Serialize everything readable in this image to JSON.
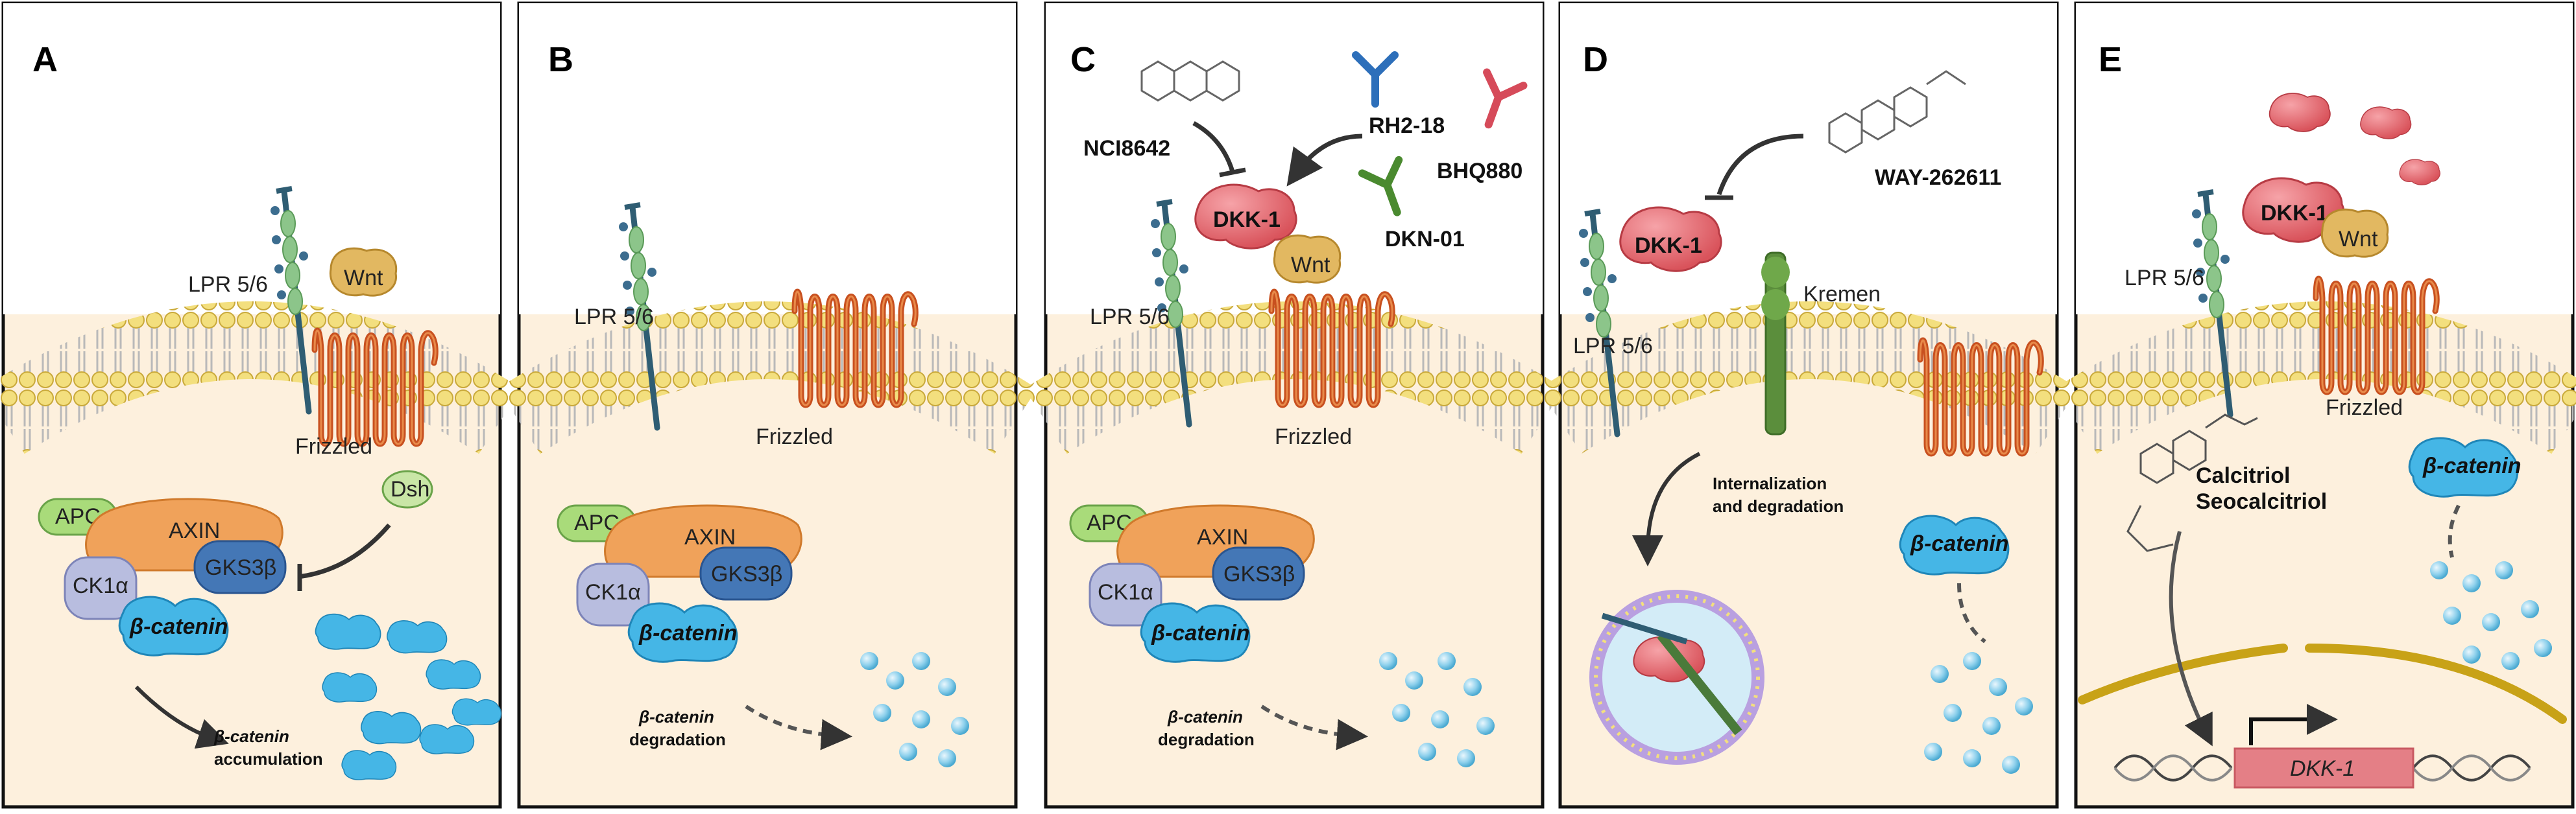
{
  "panels": [
    {
      "letter": "A",
      "lpr": "LPR 5/6",
      "frizzled": "Frizzled",
      "wnt": "Wnt",
      "dsh": "Dsh",
      "apc": "APC",
      "axin": "AXIN",
      "ck1": "CK1α",
      "gsk": "GKS3β",
      "bcat": "β-catenin",
      "note_line1": "β-catenin",
      "note_line2": "accumulation"
    },
    {
      "letter": "B",
      "lpr": "LPR 5/6",
      "frizzled": "Frizzled",
      "apc": "APC",
      "axin": "AXIN",
      "ck1": "CK1α",
      "gsk": "GKS3β",
      "bcat": "β-catenin",
      "note_line1": "β-catenin",
      "note_line2": "degradation"
    },
    {
      "letter": "C",
      "lpr": "LPR 5/6",
      "frizzled": "Frizzled",
      "wnt": "Wnt",
      "dkk": "DKK-1",
      "apc": "APC",
      "axin": "AXIN",
      "ck1": "CK1α",
      "gsk": "GKS3β",
      "bcat": "β-catenin",
      "note_line1": "β-catenin",
      "note_line2": "degradation",
      "drug_small": "NCI8642",
      "ab1": "RH2-18",
      "ab2": "BHQ880",
      "ab3": "DKN-01"
    },
    {
      "letter": "D",
      "lpr": "LPR 5/6",
      "dkk": "DKK-1",
      "kremen": "Kremen",
      "drug": "WAY-262611",
      "bcat": "β-catenin",
      "note_line1": "Internalization",
      "note_line2": "and degradation"
    },
    {
      "letter": "E",
      "lpr": "LPR 5/6",
      "frizzled": "Frizzled",
      "wnt": "Wnt",
      "dkk": "DKK-1",
      "bcat": "β-catenin",
      "drug_line1": "Calcitriol",
      "drug_line2": "Seocalcitriol",
      "gene": "DKK-1"
    }
  ]
}
